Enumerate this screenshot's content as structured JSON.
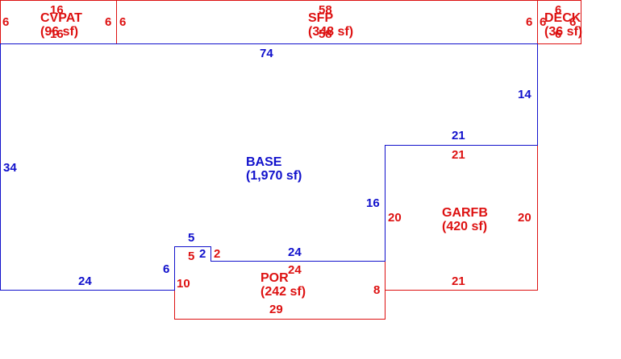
{
  "colors": {
    "base": "#1111cc",
    "addition": "#dd1111",
    "background": "#ffffff"
  },
  "areas": {
    "cvpat": {
      "name": "CVPAT",
      "size": "(96 sf)"
    },
    "sfp": {
      "name": "SFP",
      "size": "(348 sf)"
    },
    "deck": {
      "name": "DECK",
      "size": "(36 sf)"
    },
    "base": {
      "name": "BASE",
      "size": "(1,970 sf)"
    },
    "garfb": {
      "name": "GARFB",
      "size": "(420 sf)"
    },
    "por": {
      "name": "POR",
      "size": "(242 sf)"
    }
  },
  "dimensions": {
    "cvpat_top": "16",
    "cvpat_bottom": "16",
    "cvpat_left": "6",
    "cvpat_right": "6",
    "sfp_top": "58",
    "sfp_bottom": "58",
    "sfp_left": "6",
    "sfp_right": "6",
    "deck_top": "6",
    "deck_bottom": "6",
    "deck_left": "6",
    "deck_right": "6",
    "base_top": "74",
    "base_left": "34",
    "base_right_upper": "14",
    "base_step_top": "21",
    "base_garage_side": "16",
    "base_lower_right": "24",
    "base_notch_left": "6",
    "base_notch_top": "5",
    "base_notch_right": "2",
    "base_bottom_left": "24",
    "garfb_top": "21",
    "garfb_left": "20",
    "garfb_right": "20",
    "garfb_bottom": "21",
    "por_top": "24",
    "por_bottom": "29",
    "por_left": "10",
    "por_right": "8",
    "por_notch_top": "5",
    "por_notch_right": "2"
  }
}
